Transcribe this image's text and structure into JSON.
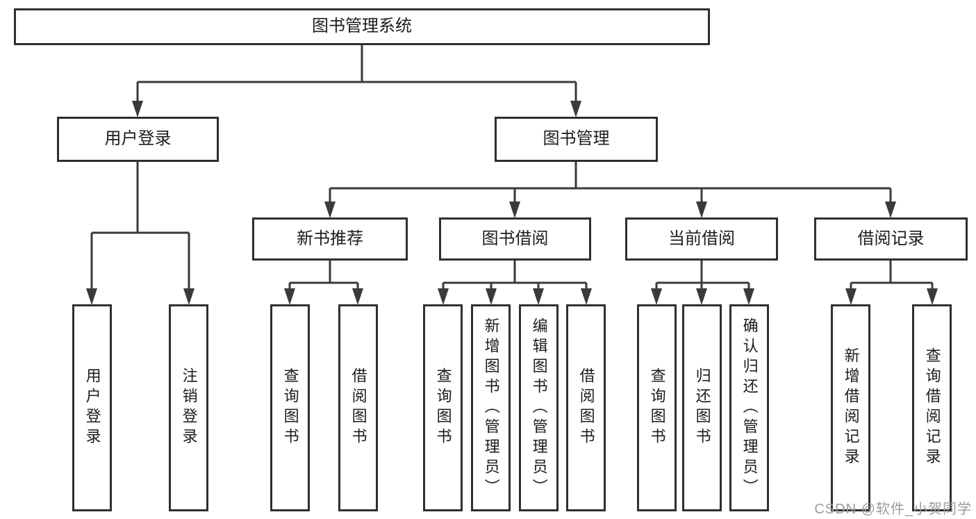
{
  "diagram": {
    "type": "hierarchy-tree",
    "colors": {
      "line": "#3a3a3a",
      "box_border": "#2f2f2f",
      "text": "#1c1c1c",
      "background": "#ffffff",
      "watermark": "#9b9b9b"
    }
  },
  "tree": {
    "root": {
      "label": "图书管理系统",
      "children": [
        {
          "label": "用户登录",
          "children": [
            {
              "label": "用户登录"
            },
            {
              "label": "注销登录"
            }
          ]
        },
        {
          "label": "图书管理",
          "children": [
            {
              "label": "新书推荐",
              "children": [
                {
                  "label": "查询图书"
                },
                {
                  "label": "借阅图书"
                }
              ]
            },
            {
              "label": "图书借阅",
              "children": [
                {
                  "label": "查询图书"
                },
                {
                  "label": "新增图书（管理员）"
                },
                {
                  "label": "编辑图书（管理员）"
                },
                {
                  "label": "借阅图书"
                }
              ]
            },
            {
              "label": "当前借阅",
              "children": [
                {
                  "label": "查询图书"
                },
                {
                  "label": "归还图书"
                },
                {
                  "label": "确认归还（管理员）"
                }
              ]
            },
            {
              "label": "借阅记录",
              "children": [
                {
                  "label": "新增借阅记录"
                },
                {
                  "label": "查询借阅记录"
                }
              ]
            }
          ]
        }
      ]
    }
  },
  "watermark": {
    "text": "CSDN @软件_小贺同学"
  }
}
